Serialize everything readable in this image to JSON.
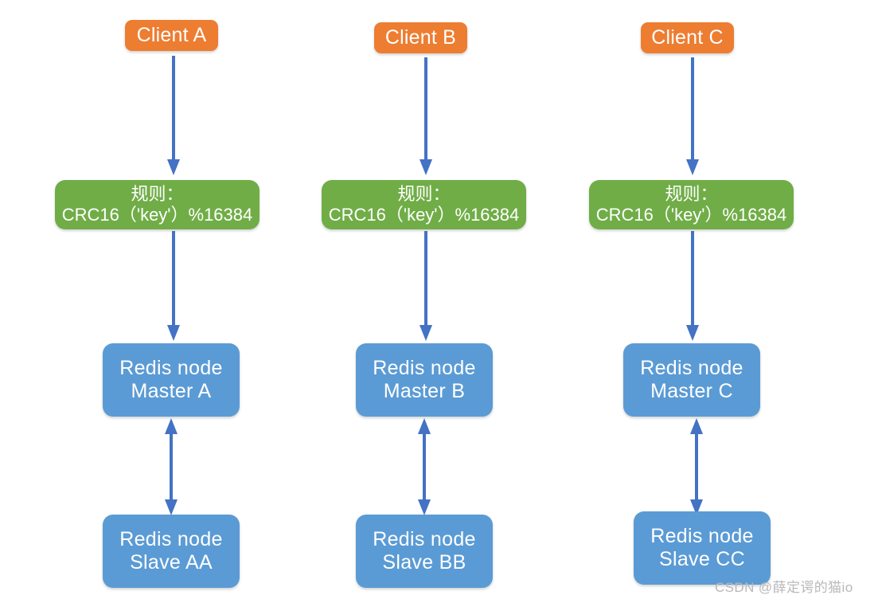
{
  "diagram": {
    "title": "Redis Cluster sharding diagram",
    "colors": {
      "client_box": "#ED7D31",
      "rule_box": "#70AD47",
      "redis_box": "#5B9BD5",
      "arrow": "#4472C4",
      "background": "#FFFFFF",
      "watermark": "#B9B9B9"
    },
    "columns": [
      {
        "id": "column-a",
        "client": {
          "label": "Client A"
        },
        "rule": {
          "label": "规则：\nCRC16（'key'）%16384"
        },
        "master": {
          "label": "Redis  node\nMaster A"
        },
        "slave": {
          "label": "Redis  node\nSlave AA"
        },
        "arrows": [
          {
            "name": "client-to-rule",
            "type": "single-down"
          },
          {
            "name": "rule-to-master",
            "type": "single-down"
          },
          {
            "name": "master-to-slave",
            "type": "double-vertical"
          }
        ]
      },
      {
        "id": "column-b",
        "client": {
          "label": "Client B"
        },
        "rule": {
          "label": "规则：\nCRC16（'key'）%16384"
        },
        "master": {
          "label": "Redis  node\nMaster B"
        },
        "slave": {
          "label": "Redis  node\nSlave BB"
        },
        "arrows": [
          {
            "name": "client-to-rule",
            "type": "single-down"
          },
          {
            "name": "rule-to-master",
            "type": "single-down"
          },
          {
            "name": "master-to-slave",
            "type": "double-vertical"
          }
        ]
      },
      {
        "id": "column-c",
        "client": {
          "label": "Client C"
        },
        "rule": {
          "label": "规则：\nCRC16（'key'）%16384"
        },
        "master": {
          "label": "Redis  node\nMaster C"
        },
        "slave": {
          "label": "Redis  node\nSlave CC"
        },
        "arrows": [
          {
            "name": "client-to-rule",
            "type": "single-down"
          },
          {
            "name": "rule-to-master",
            "type": "single-down"
          },
          {
            "name": "master-to-slave",
            "type": "double-vertical"
          }
        ]
      }
    ],
    "watermark": {
      "text": "CSDN @薛定谔的猫io"
    }
  }
}
